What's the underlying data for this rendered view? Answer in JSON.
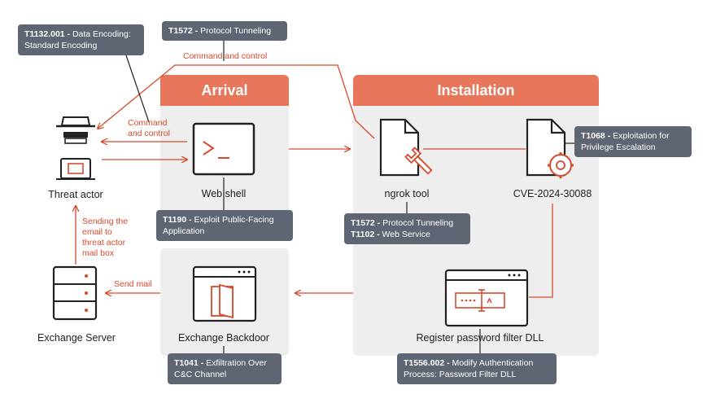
{
  "panels": {
    "arrival": {
      "title": "Arrival"
    },
    "installation": {
      "title": "Installation"
    }
  },
  "nodes": {
    "threat_actor": "Threat actor",
    "web_shell": "Web shell",
    "ngrok_tool": "ngrok tool",
    "cve": "CVE-2024-30088",
    "exchange_server": "Exchange Server",
    "exchange_backdoor": "Exchange Backdoor",
    "password_filter": "Register password filter DLL"
  },
  "edge_labels": {
    "command_control_top": "Command and control",
    "command_control_left_1": "Command",
    "command_control_left_2": "and control",
    "sending_email_1": "Sending the",
    "sending_email_2": "email to",
    "sending_email_3": "threat actor",
    "sending_email_4": "mail box",
    "send_mail": "Send mail"
  },
  "tags": {
    "t1132": {
      "id": "T1132.001 -",
      "text1": " Data Encoding:",
      "text2": "Standard Encoding"
    },
    "t1572_top": {
      "id": "T1572 -",
      "text1": " Protocol Tunneling"
    },
    "t1068": {
      "id": "T1068 -",
      "text1": " Exploitation for",
      "text2": "Privilege Escalation"
    },
    "t1190": {
      "id": "T1190 -",
      "text1": " Exploit Public-Facing",
      "text2": "Application"
    },
    "t1572_ngrok": {
      "id": "T1572 -",
      "text1": " Protocol Tunneling"
    },
    "t1102": {
      "id": "T1102 -",
      "text1": " Web Service"
    },
    "t1041": {
      "id": "T1041 -",
      "text1": " Exfiltration Over",
      "text2": "C&C Channel"
    },
    "t1556": {
      "id": "T1556.002 -",
      "text1": " Modify Authentication",
      "text2": "Process: Password Filter DLL"
    }
  },
  "colors": {
    "accent": "#e8765a",
    "line": "#d8492c",
    "dark": "#222222",
    "tag": "#5f6673",
    "panel": "#eeeeee"
  },
  "icons": [
    "hacker-icon",
    "terminal-icon",
    "file-wrench-icon",
    "file-gear-icon",
    "server-icon",
    "browser-door-icon",
    "browser-password-icon"
  ]
}
